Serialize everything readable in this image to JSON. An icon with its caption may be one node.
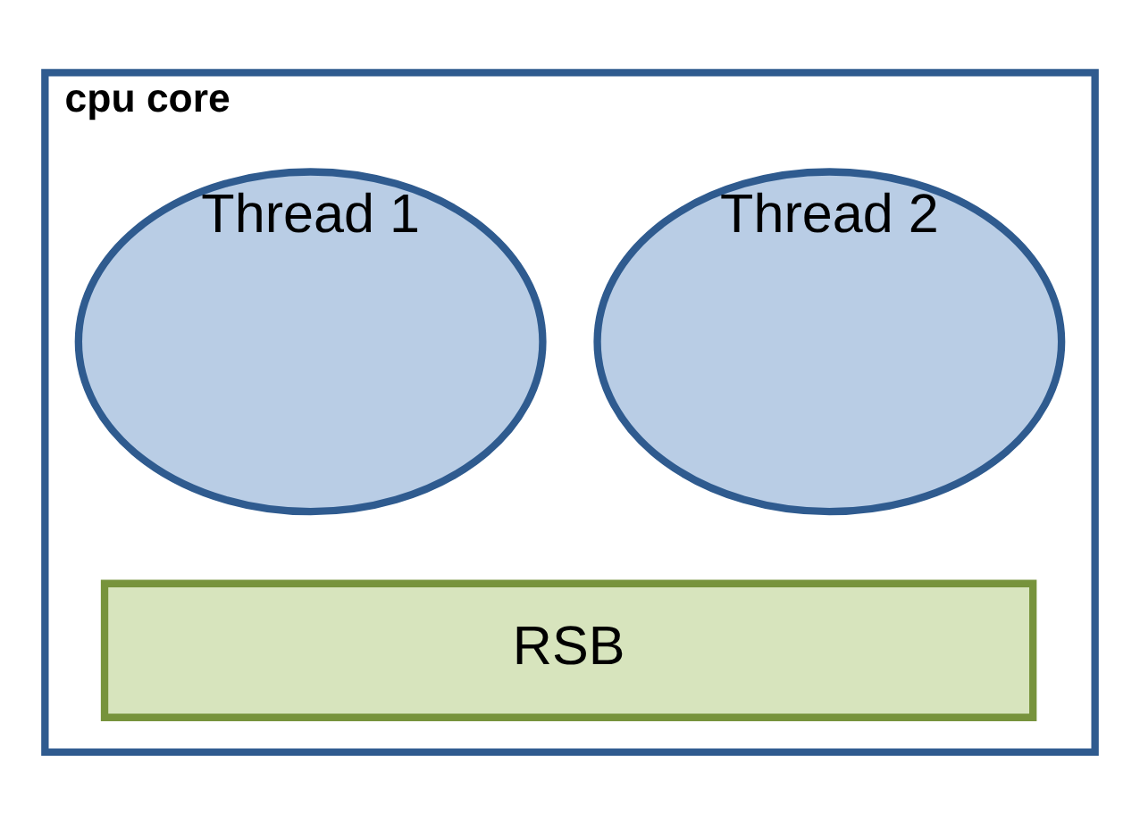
{
  "diagram": {
    "nodes": [
      {
        "text": [
          "cpu core"
        ]
      },
      {
        "text": [
          "Thread 1"
        ],
        "in": 0
      },
      {
        "text": [
          "Thread 2"
        ],
        "in": 0
      },
      {
        "text": [
          "RSB"
        ],
        "in": 0
      }
    ]
  }
}
